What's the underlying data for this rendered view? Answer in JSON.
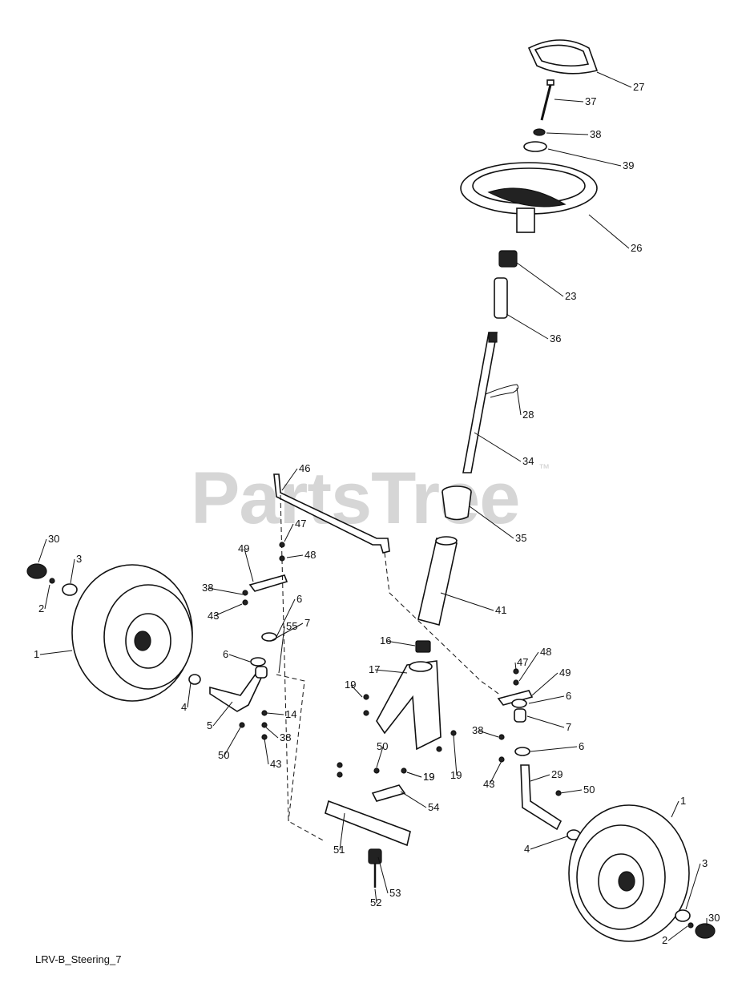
{
  "watermark": {
    "brand": "PartsTree",
    "tm": "™"
  },
  "caption": "LRV-B_Steering_7",
  "callouts": [
    "27",
    "37",
    "38",
    "39",
    "26",
    "23",
    "36",
    "28",
    "34",
    "46",
    "35",
    "30",
    "3",
    "2",
    "1",
    "49",
    "47",
    "48",
    "38",
    "43",
    "6",
    "7",
    "41",
    "6",
    "55",
    "4",
    "5",
    "14",
    "38",
    "43",
    "50",
    "16",
    "17",
    "19",
    "47",
    "48",
    "49",
    "6",
    "7",
    "6",
    "38",
    "43",
    "19",
    "19",
    "50",
    "19",
    "54",
    "29",
    "50",
    "1",
    "4",
    "51",
    "53",
    "52",
    "3",
    "30",
    "2"
  ],
  "icons": {
    "wheel": "tire-icon",
    "steering_wheel": "steering-wheel-icon"
  }
}
